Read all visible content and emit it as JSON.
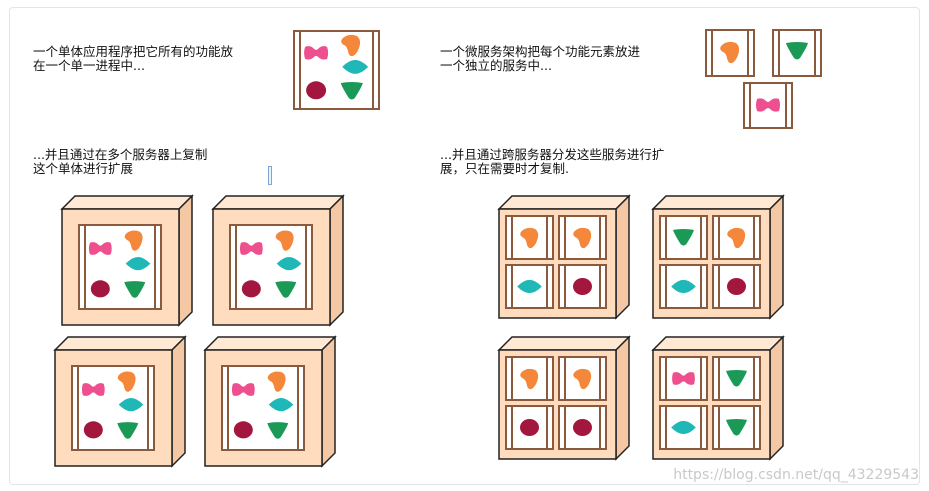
{
  "captions": {
    "monolith_intro": "一个单体应用程序把它所有的功能放\n在一个单一进程中...",
    "micro_intro": "一个微服务架构把每个功能元素放进\n一个独立的服务中...",
    "monolith_scale": "...并且通过在多个服务器上复制\n这个单体进行扩展",
    "micro_scale": "...并且通过跨服务器分发这些服务进行扩\n展，只在需要时才复制."
  },
  "watermark": "https://blog.csdn.net/qq_43229543",
  "colors": {
    "pink": "#ee4f8e",
    "orange": "#f4873a",
    "teal": "#1fb8b6",
    "green": "#1b9a57",
    "crimson": "#a3163e",
    "frame": "#8b5a3c",
    "server_front": "#ffdcbe",
    "server_top": "#ffe8d4",
    "server_side": "#f4c8a5"
  },
  "icons": [
    "pink-bowtie-icon",
    "orange-blob-icon",
    "teal-diamond-icon",
    "green-triangle-icon",
    "crimson-oval-icon"
  ]
}
